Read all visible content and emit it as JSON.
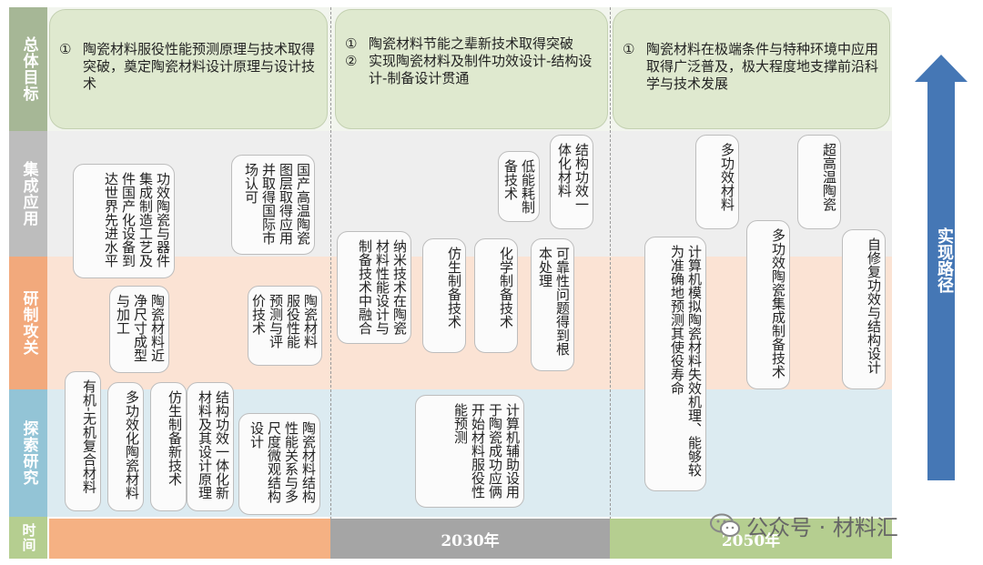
{
  "row_labels": {
    "goal": "总体目标",
    "application": "集成应用",
    "research": "研制攻关",
    "exploration": "探索研究",
    "time": "时间"
  },
  "goals": [
    {
      "lines": [
        {
          "num": "①",
          "text": "陶瓷材料服役性能预测原理与技术取得突破，奠定陶瓷材料设计原理与设计技术"
        }
      ]
    },
    {
      "lines": [
        {
          "num": "①",
          "text": "陶瓷材料节能之辈新技术取得突破"
        },
        {
          "num": "②",
          "text": "实现陶瓷材料及制件功效设计-结构设计-制备设计贯通"
        }
      ]
    },
    {
      "lines": [
        {
          "num": "①",
          "text": "陶瓷材料在极端条件与特种环境中应用取得广泛普及，极大程度地支撑前沿科学与技术发展"
        }
      ]
    }
  ],
  "boxes": {
    "app1": "功效陶瓷与器件集成制造工艺及件国产化设备到达世界先进水平",
    "app2": "国产高温陶瓷图层取得应用并取得国际市场认可",
    "app3": "结构功效一体化材料",
    "app4": "低能耗制备技术",
    "app5": "多功效材料",
    "app6": "超高温陶瓷",
    "app7": "多功效陶瓷集成制备技术",
    "app8": "自修复功效与结构设计",
    "res1": "陶瓷材料近净尺寸成型与加工",
    "res2": "陶瓷材料服役性能预测与评价技术",
    "res3": "纳米技术在陶瓷材料性能设计与制备技术中融合",
    "res4": "仿生制备技术",
    "res5": "化学制备技术",
    "res6": "可靠性问题得到根本处理",
    "res7": "计算机模拟陶瓷材料失效机理、能够较为准确地预测其使役寿命",
    "exp1": "有机-无机复合材料",
    "exp2": "多功效化陶瓷材料",
    "exp3": "仿生制备新技术",
    "exp4": "结构功效一体化新材料及其设计原理",
    "exp5": "陶瓷材料结构性能关系与多尺度微观结构设计",
    "exp6": "计算机辅助设用于陶瓷成功应俩开始材料服役性能预测"
  },
  "timeline": [
    "",
    "2030年",
    "2050年"
  ],
  "arrow_label": "实现路径",
  "watermark": "公众号 · 材料汇",
  "colors": {
    "goal_band": "#a6b796",
    "application_band": "#eeeeee",
    "research_band": "#fbe3d4",
    "exploration_band": "#dcebf1",
    "time_1": "#f5b183",
    "time_2": "#a5a5a5",
    "time_3": "#b5ce90",
    "arrow": "#4577b5"
  }
}
